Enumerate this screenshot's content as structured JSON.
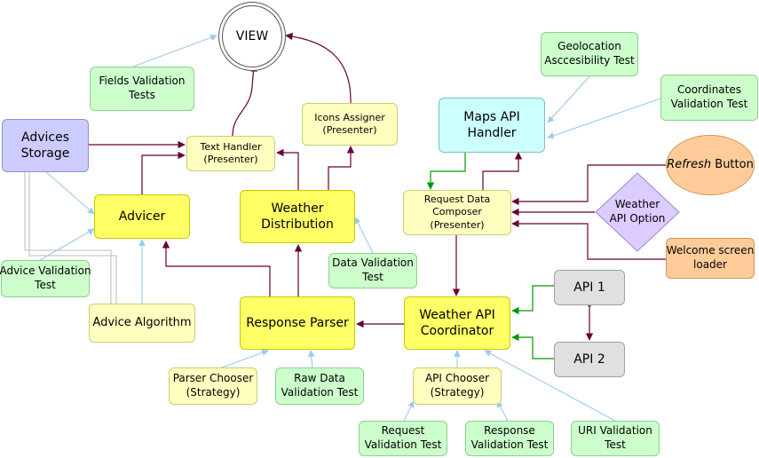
{
  "nodes": {
    "view": [
      "VIEW"
    ],
    "fields_validation": [
      "Fields Validation",
      "Tests"
    ],
    "advices_storage": [
      "Advices",
      "Storage"
    ],
    "text_handler": [
      "Text Handler",
      "(Presenter)"
    ],
    "icons_assigner": [
      "Icons Assigner",
      "(Presenter)"
    ],
    "advicer": [
      "Advicer"
    ],
    "weather_distribution": [
      "Weather",
      "Distribution"
    ],
    "data_validation": [
      "Data Validation",
      "Test"
    ],
    "advice_validation": [
      "Advice Validation",
      "Test"
    ],
    "advice_algorithm": [
      "Advice Algorithm"
    ],
    "response_parser": [
      "Response Parser"
    ],
    "parser_chooser": [
      "Parser Chooser",
      "(Strategy)"
    ],
    "raw_data_validation": [
      "Raw Data",
      "Validation Test"
    ],
    "geolocation_test": [
      "Geolocation",
      "Asccesibility Test"
    ],
    "coordinates_validation": [
      "Coordinates",
      "Validation Test"
    ],
    "maps_api_handler": [
      "Maps API",
      "Handler"
    ],
    "request_data_composer": [
      "Request Data",
      "Composer",
      "(Presenter)"
    ],
    "weather_api_coordinator": [
      "Weather API",
      "Coordinator"
    ],
    "api_chooser": [
      "API Chooser",
      "(Strategy)"
    ],
    "request_validation": [
      "Request",
      "Validation Test"
    ],
    "response_validation": [
      "Response",
      "Validation Test"
    ],
    "uri_validation": [
      "URI Validation",
      "Test"
    ],
    "api1": [
      "API 1"
    ],
    "api2": [
      "API 2"
    ],
    "weather_api_option": [
      "Weather",
      "API Option"
    ],
    "welcome_loader": [
      "Welcome screen",
      "loader"
    ]
  },
  "refresh_button": {
    "italic": "Refresh",
    "rest": " Button"
  },
  "colors": {
    "dependency_arrow": "#660033",
    "test_arrow": "#99ccee",
    "maps_arrow": "#009900",
    "green_node": "#ccffcc",
    "yellow_node": "#ffff66",
    "light_yellow_node": "#ffffc0",
    "purple_node": "#ccccff",
    "cyan_node": "#ccffff",
    "gray_node": "#e0e0e0",
    "orange_node": "#ffcc99",
    "diamond_node": "#ddccff"
  }
}
